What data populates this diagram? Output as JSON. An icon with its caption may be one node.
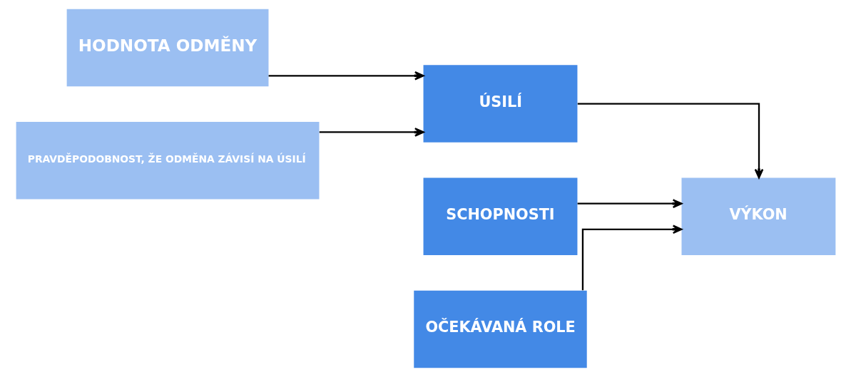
{
  "diagram": {
    "nodes": [
      {
        "text": [
          "HODNOTA ODMĚNY"
        ]
      },
      {
        "text": [
          "SCHOPNOSTI"
        ]
      },
      {
        "text": [
          "ÚSILÍ"
        ]
      },
      {
        "text": [
          "VÝKON"
        ]
      },
      {
        "text": [
          "PRAVDĚPODOBNOST, ŽE ODMĚNA ZÁVISÍ NA ÚSILÍ"
        ]
      },
      {
        "text": [
          "OČEKÁVANÁ ROLE"
        ]
      }
    ],
    "edges": [
      {
        "from": 0,
        "to": 2,
        "arrow": "to"
      },
      {
        "from": 4,
        "to": 2,
        "arrow": "to"
      },
      {
        "from": 1,
        "to": 3,
        "arrow": "to"
      },
      {
        "from": 2,
        "to": 3,
        "arrow": "to"
      },
      {
        "from": 5,
        "to": 3,
        "arrow": "to"
      }
    ]
  }
}
